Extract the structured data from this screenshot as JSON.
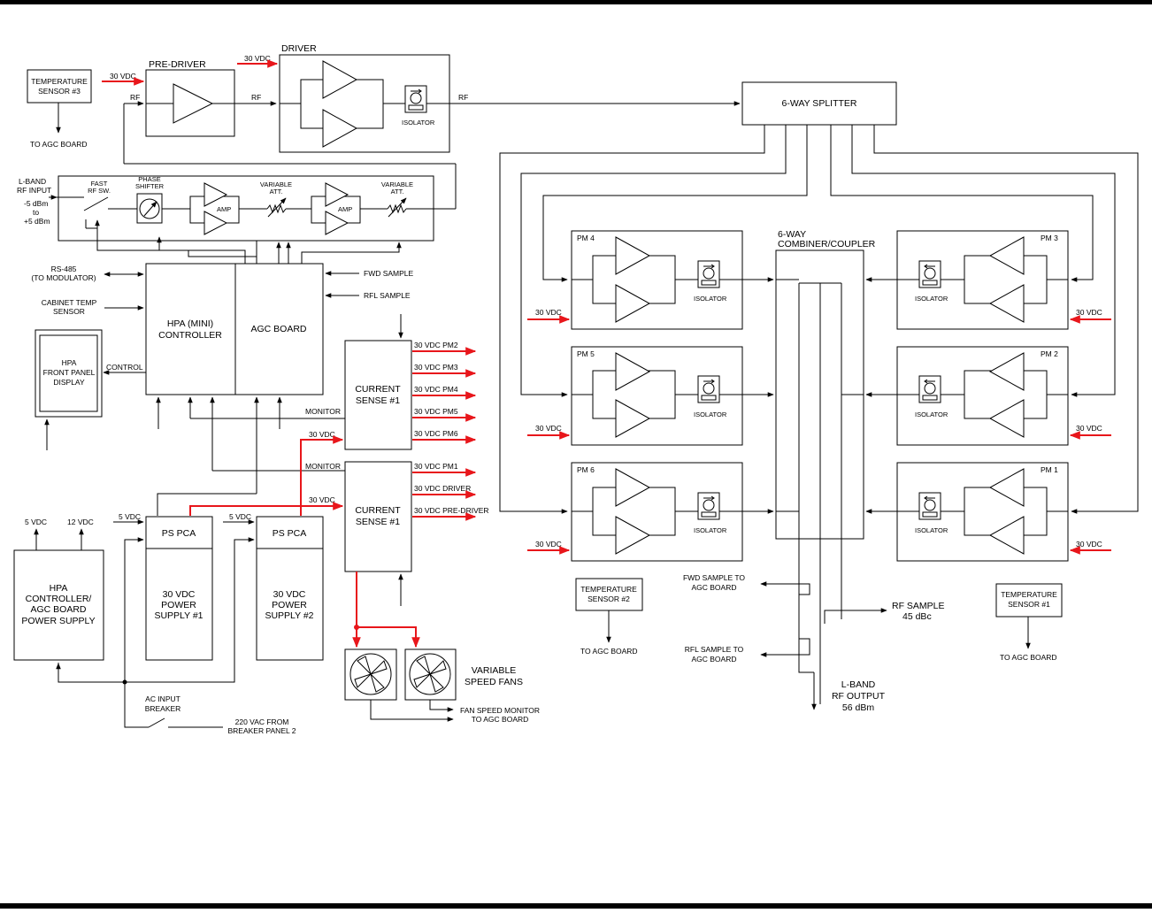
{
  "diagram": {
    "colors": {
      "power_line": "#e8161b",
      "line": "#000000",
      "frame_bar": "#000000"
    },
    "labels": {
      "temp_sensor_3": [
        "TEMPERATURE",
        "SENSOR #3"
      ],
      "to_agc_board_3": "TO AGC BOARD",
      "pre_driver_30vdc": "30 VDC",
      "pre_driver": "PRE-DRIVER",
      "driver_30vdc": "30 VDC",
      "driver": "DRIVER",
      "rf_in_predriver": "RF",
      "rf_mid": "RF",
      "rf_out": "RF",
      "isolator_driver": "ISOLATOR",
      "splitter": "6-WAY SPLITTER",
      "lband_input": [
        "L-BAND",
        "RF INPUT",
        "-5 dBm",
        "to",
        "+5 dBm"
      ],
      "fast_rf_sw": [
        "FAST",
        "RF SW."
      ],
      "phase_shifter": [
        "PHASE",
        "SHIFTER"
      ],
      "amp_1": "AMP",
      "amp_2": "AMP",
      "var_att_1": [
        "VARIABLE",
        "ATT."
      ],
      "var_att_2": [
        "VARIABLE",
        "ATT."
      ],
      "rs485": [
        "RS-485",
        "(TO MODULATOR)"
      ],
      "cabinet_temp": [
        "CABINET TEMP",
        "SENSOR"
      ],
      "hpa_front_panel": [
        "HPA",
        "FRONT PANEL",
        "DISPLAY"
      ],
      "control": "CONTROL",
      "hpa_mini_controller": [
        "HPA (MINI)",
        "CONTROLLER"
      ],
      "agc_board": "AGC BOARD",
      "fwd_sample_in": "FWD SAMPLE",
      "rfl_sample_in": "RFL SAMPLE",
      "current_sense_1a": [
        "CURRENT",
        "SENSE #1"
      ],
      "current_sense_1b": [
        "CURRENT",
        "SENSE #1"
      ],
      "cs_a_outputs": [
        "30 VDC PM2",
        "30 VDC PM3",
        "30 VDC PM4",
        "30 VDC PM5",
        "30 VDC PM6"
      ],
      "cs_b_outputs": [
        "30 VDC PM1",
        "30 VDC DRIVER",
        "30 VDC PRE-DRIVER"
      ],
      "monitor_a": "MONITOR",
      "monitor_b": "MONITOR",
      "cs_a_30vdc": "30 VDC",
      "cs_b_30vdc": "30 VDC",
      "hpa_ps_voltages": [
        "5 VDC",
        "12 VDC"
      ],
      "hpa_ps": [
        "HPA",
        "CONTROLLER/",
        "AGC BOARD",
        "POWER SUPPLY"
      ],
      "ps_pca_1_5vdc": "5 VDC",
      "ps_pca_2_5vdc": "5 VDC",
      "ps_pca_1": "PS PCA",
      "ps_pca_2": "PS PCA",
      "power_supply_1": [
        "30 VDC",
        "POWER",
        "SUPPLY #1"
      ],
      "power_supply_2": [
        "30 VDC",
        "POWER",
        "SUPPLY #2"
      ],
      "ac_input_breaker": [
        "AC INPUT",
        "BREAKER"
      ],
      "vac_220": [
        "220 VAC FROM",
        "BREAKER PANEL 2"
      ],
      "variable_speed_fans": [
        "VARIABLE",
        "SPEED FANS"
      ],
      "fan_speed_monitor": [
        "FAN SPEED MONITOR",
        "TO AGC BOARD"
      ],
      "pm4": "PM 4",
      "pm5": "PM 5",
      "pm6": "PM 6",
      "pm3": "PM 3",
      "pm2": "PM 2",
      "pm1": "PM 1",
      "isolator_pm": "ISOLATOR",
      "pm_30vdc": "30 VDC",
      "combiner": [
        "6-WAY",
        "COMBINER/COUPLER"
      ],
      "temp_sensor_2": [
        "TEMPERATURE",
        "SENSOR #2"
      ],
      "to_agc_board_2": "TO AGC BOARD",
      "fwd_sample_to_agc": [
        "FWD SAMPLE TO",
        "AGC BOARD"
      ],
      "rfl_sample_to_agc": [
        "RFL SAMPLE TO",
        "AGC BOARD"
      ],
      "rf_sample": [
        "RF SAMPLE",
        "45 dBc"
      ],
      "lband_output": [
        "L-BAND",
        "RF OUTPUT",
        "56 dBm"
      ],
      "temp_sensor_1": [
        "TEMPERATURE",
        "SENSOR #1"
      ],
      "to_agc_board_1": "TO AGC BOARD"
    }
  }
}
